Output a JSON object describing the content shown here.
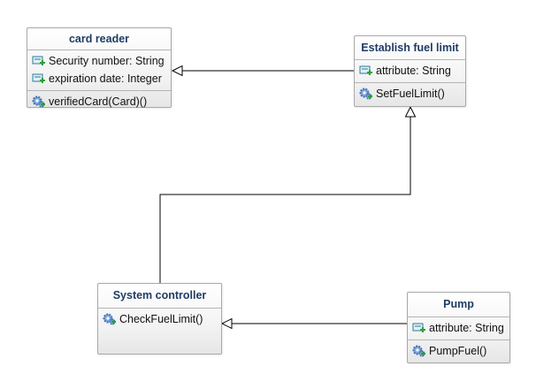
{
  "classes": {
    "card_reader": {
      "name": "card reader",
      "attributes": [
        "Security number: String",
        "expiration date: Integer"
      ],
      "operations": [
        "verifiedCard(Card)()"
      ]
    },
    "fuel_limit": {
      "name": "Establish fuel limit",
      "attributes": [
        "attribute: String"
      ],
      "operations": [
        "SetFuelLimit()"
      ]
    },
    "system_controller": {
      "name": "System controller",
      "attributes": [],
      "operations": [
        "CheckFuelLimit()"
      ]
    },
    "pump": {
      "name": "Pump",
      "attributes": [
        "attribute: String"
      ],
      "operations": [
        "PumpFuel()"
      ]
    }
  },
  "colors": {
    "class_title": "#1f3c66",
    "attribute_icon": "#2a7d9a",
    "attribute_icon_plus": "#2e9e3a",
    "operation_icon": "#3d6fb5",
    "line": "#000000"
  }
}
